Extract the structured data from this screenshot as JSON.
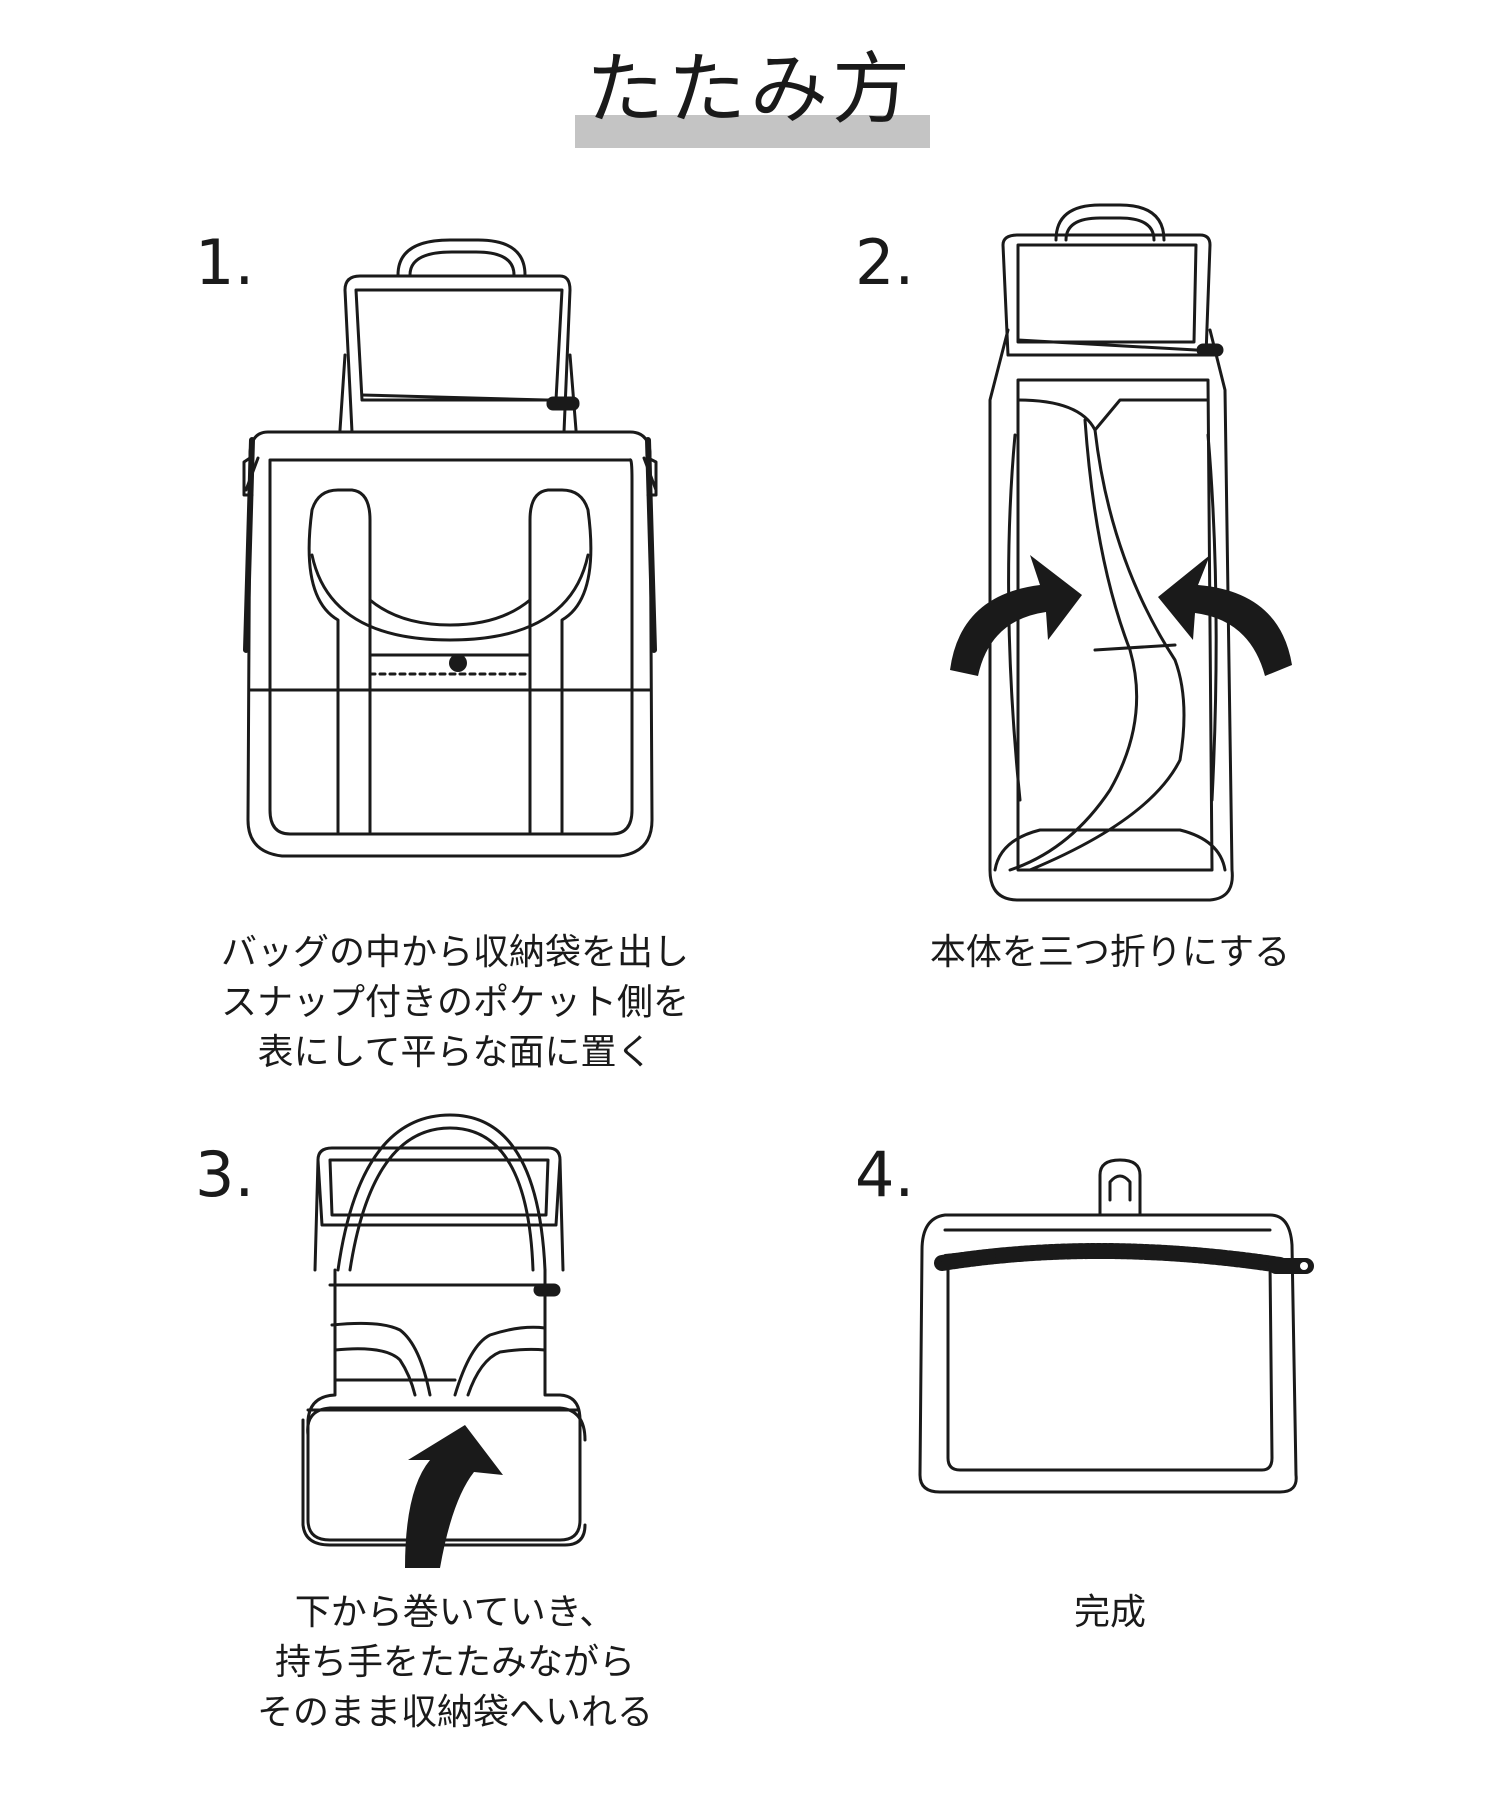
{
  "title": "たたみ方",
  "steps": [
    {
      "number": "1.",
      "lines": [
        "バッグの中から収納袋を出し",
        "スナップ付きのポケット側を",
        "表にして平らな面に置く"
      ]
    },
    {
      "number": "2.",
      "lines": [
        "本体を三つ折りにする"
      ]
    },
    {
      "number": "3.",
      "lines": [
        "下から巻いていき、",
        "持ち手をたたみながら",
        "そのまま収納袋へいれる"
      ]
    },
    {
      "number": "4.",
      "lines": [
        "完成"
      ]
    }
  ],
  "colors": {
    "line": "#1a1a1a",
    "title_bar": "#c4c4c4",
    "background": "#ffffff"
  },
  "icons": [
    "backpack-illustration",
    "folded-thirds-illustration",
    "rolling-bag-illustration",
    "pouch-illustration",
    "fold-arrow-icon",
    "zipper-icon"
  ]
}
